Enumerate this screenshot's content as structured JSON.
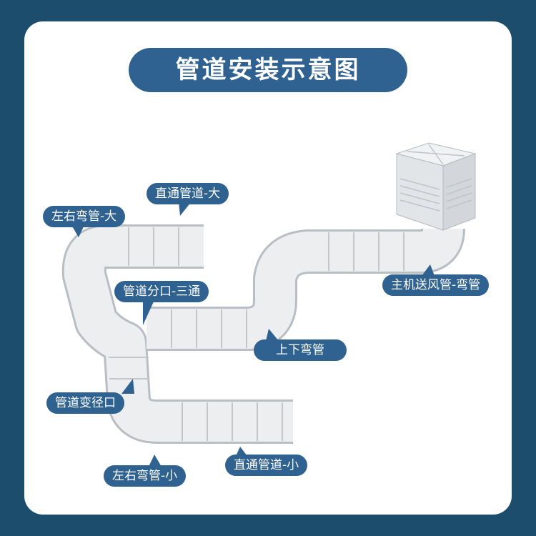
{
  "title": "管道安装示意图",
  "labels": {
    "straight_large": "直通管道-大",
    "bend_lr_large": "左右弯管-大",
    "tee": "管道分口-三通",
    "main_outlet": "主机送风管-弯管",
    "bend_ud": "上下弯管",
    "reducer": "管道变径口",
    "straight_small": "直通管道-小",
    "bend_lr_small": "左右弯管-小"
  },
  "colors": {
    "background": "#1d4d6c",
    "accent": "#2f6290",
    "card": "#ffffff"
  }
}
